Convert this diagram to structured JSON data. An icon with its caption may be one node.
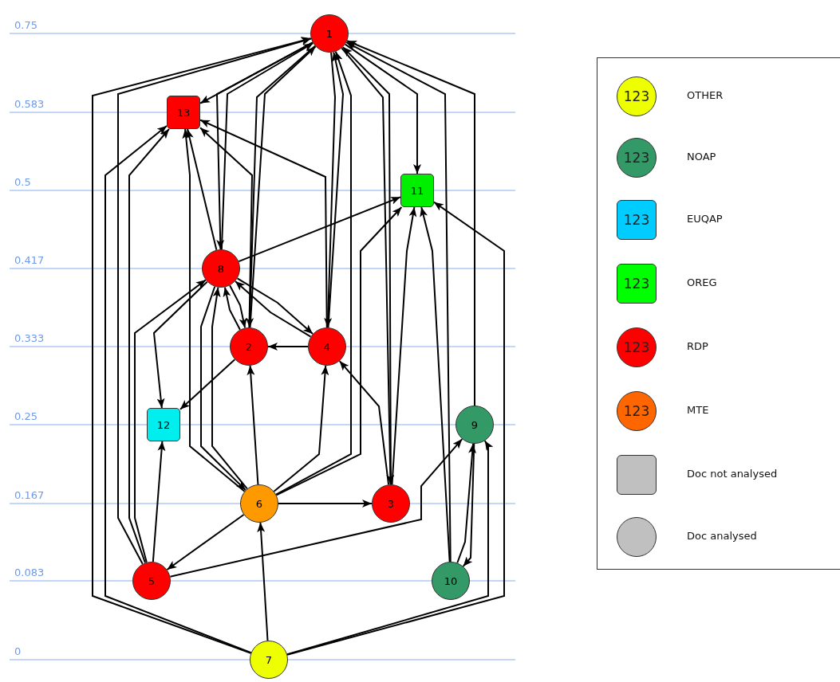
{
  "diagram": {
    "nodes": [
      {
        "text": [
          "1"
        ]
      },
      {
        "text": [
          "2"
        ]
      },
      {
        "text": [
          "3"
        ]
      },
      {
        "text": [
          "4"
        ]
      },
      {
        "text": [
          "5"
        ]
      },
      {
        "text": [
          "6"
        ]
      },
      {
        "text": [
          "7"
        ]
      },
      {
        "text": [
          "8"
        ]
      },
      {
        "text": [
          "9"
        ]
      },
      {
        "text": [
          "10"
        ]
      },
      {
        "text": [
          "11"
        ]
      },
      {
        "text": [
          "12"
        ]
      },
      {
        "text": [
          "13"
        ]
      }
    ],
    "edges": [
      {
        "from": 6,
        "to": 5,
        "arrow": "to"
      },
      {
        "from": 6,
        "to": 0,
        "arrow": "to"
      },
      {
        "from": 6,
        "to": 12,
        "arrow": "to"
      },
      {
        "from": 6,
        "to": 8,
        "arrow": "to"
      },
      {
        "from": 6,
        "to": 10,
        "arrow": "to"
      },
      {
        "from": 4,
        "to": 0,
        "arrow": "to"
      },
      {
        "from": 4,
        "to": 12,
        "arrow": "to"
      },
      {
        "from": 4,
        "to": 7,
        "arrow": "to"
      },
      {
        "from": 4,
        "to": 11,
        "arrow": "to"
      },
      {
        "from": 4,
        "to": 8,
        "arrow": "to"
      },
      {
        "from": 5,
        "to": 4,
        "arrow": "to"
      },
      {
        "from": 5,
        "to": 2,
        "arrow": "to"
      },
      {
        "from": 5,
        "to": 1,
        "arrow": "to"
      },
      {
        "from": 5,
        "to": 3,
        "arrow": "to"
      },
      {
        "from": 5,
        "to": 10,
        "arrow": "to"
      },
      {
        "from": 5,
        "to": 0,
        "arrow": "to"
      },
      {
        "from": 5,
        "to": 7,
        "arrow": "to"
      },
      {
        "from": 7,
        "to": 5,
        "arrow": "to"
      },
      {
        "from": 5,
        "to": 12,
        "arrow": "to"
      },
      {
        "from": 7,
        "to": 0,
        "arrow": "to"
      },
      {
        "from": 0,
        "to": 7,
        "arrow": "to"
      },
      {
        "from": 7,
        "to": 12,
        "arrow": "to"
      },
      {
        "from": 7,
        "to": 1,
        "arrow": "to"
      },
      {
        "from": 1,
        "to": 7,
        "arrow": "to"
      },
      {
        "from": 7,
        "to": 3,
        "arrow": "to"
      },
      {
        "from": 3,
        "to": 7,
        "arrow": "to"
      },
      {
        "from": 7,
        "to": 10,
        "arrow": "to"
      },
      {
        "from": 7,
        "to": 11,
        "arrow": "to"
      },
      {
        "from": 1,
        "to": 0,
        "arrow": "to"
      },
      {
        "from": 0,
        "to": 1,
        "arrow": "to"
      },
      {
        "from": 1,
        "to": 12,
        "arrow": "to"
      },
      {
        "from": 3,
        "to": 1,
        "arrow": "to"
      },
      {
        "from": 1,
        "to": 11,
        "arrow": "to"
      },
      {
        "from": 3,
        "to": 0,
        "arrow": "to"
      },
      {
        "from": 0,
        "to": 3,
        "arrow": "to"
      },
      {
        "from": 3,
        "to": 12,
        "arrow": "to"
      },
      {
        "from": 2,
        "to": 3,
        "arrow": "to"
      },
      {
        "from": 2,
        "to": 0,
        "arrow": "to"
      },
      {
        "from": 0,
        "to": 2,
        "arrow": "to"
      },
      {
        "from": 2,
        "to": 10,
        "arrow": "to"
      },
      {
        "from": 0,
        "to": 10,
        "arrow": "to"
      },
      {
        "from": 0,
        "to": 12,
        "arrow": "to"
      },
      {
        "from": 8,
        "to": 0,
        "arrow": "to"
      },
      {
        "from": 9,
        "to": 0,
        "arrow": "to"
      },
      {
        "from": 9,
        "to": 10,
        "arrow": "to"
      },
      {
        "from": 9,
        "to": 8,
        "arrow": "to"
      },
      {
        "from": 8,
        "to": 9,
        "arrow": "to"
      }
    ],
    "labels": [
      "0.75",
      "0.583",
      "0.5",
      "0.417",
      "0.333",
      "0.25",
      "0.167",
      "0.083",
      "0",
      "123",
      "123",
      "123",
      "123",
      "123",
      "123"
    ],
    "legend": [
      {
        "text": "OTHER",
        "color": "#eeff00"
      },
      {
        "text": "NOAP",
        "color": "#339966"
      },
      {
        "text": "EUQAP",
        "color": "#00ccff"
      },
      {
        "text": "OREG",
        "color": "#00ff00"
      },
      {
        "text": "RDP",
        "color": "#ff0000"
      },
      {
        "text": "MTE",
        "color": "#ff6600"
      },
      {
        "text": "Doc not analysed",
        "color": "#c0c0c0"
      },
      {
        "text": "Doc analysed",
        "color": "#c0c0c0"
      }
    ]
  }
}
